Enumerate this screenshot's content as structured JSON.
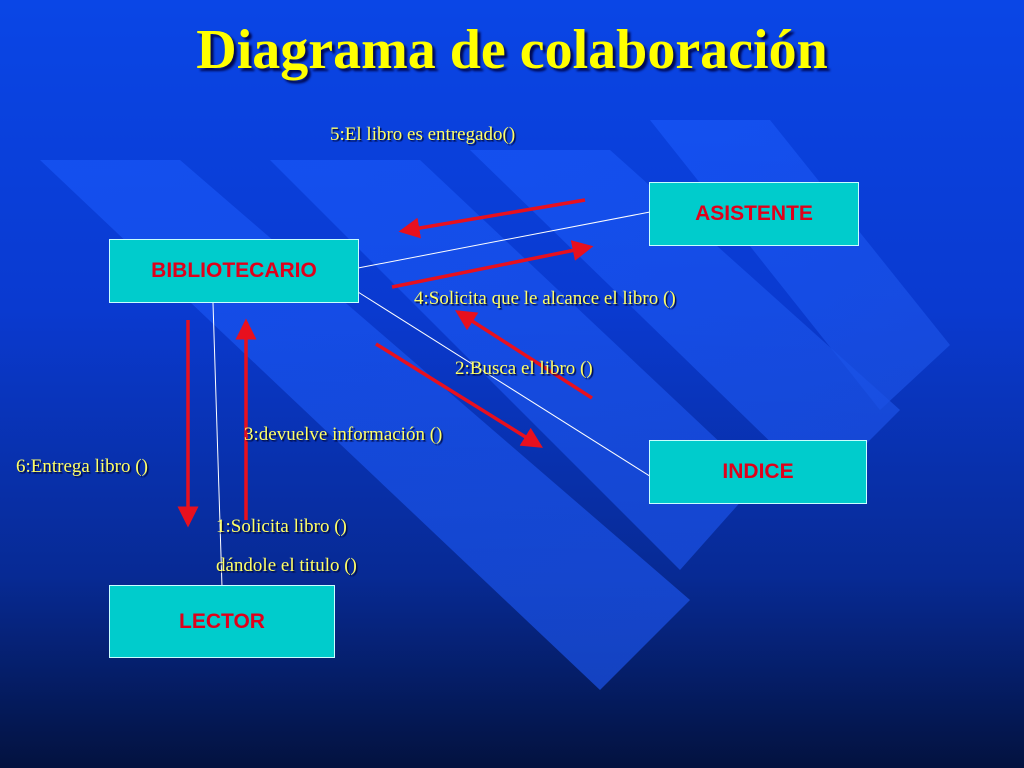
{
  "title": "Diagrama de colaboración",
  "colors": {
    "box_fill": "#00cccc",
    "box_text": "#e0001a",
    "title_text": "#ffff00",
    "label_text": "#ffff66",
    "arrow": "#e8101e",
    "link_line": "#ffffff"
  },
  "objects": {
    "asistente": "ASISTENTE",
    "bibliotecario": "BIBLIOTECARIO",
    "indice": "INDICE",
    "lector": "LECTOR"
  },
  "messages": {
    "m5": "5:El libro es entregado()",
    "m4": "4:Solicita que le alcance el libro ()",
    "m2": "2:Busca el libro ()",
    "m3": "3:devuelve información ()",
    "m6": "6:Entrega libro ()",
    "m1_line1": "1:Solicita libro ()",
    "m1_line2": "dándole el titulo ()"
  }
}
